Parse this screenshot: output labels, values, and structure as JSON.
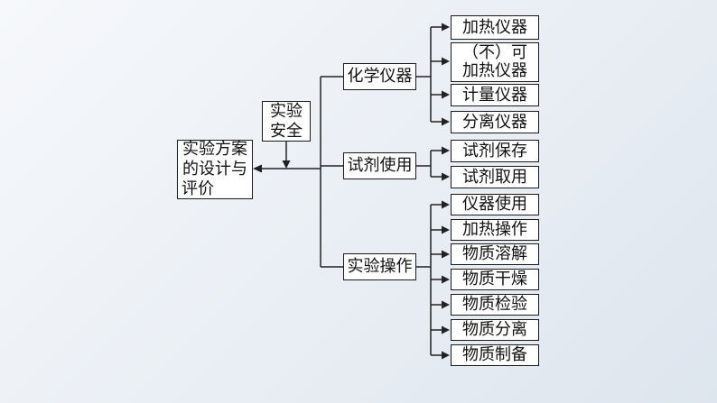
{
  "root": {
    "line1": "实验方案",
    "line2": "的设计与",
    "line3": "评价"
  },
  "safety": {
    "line1": "实验",
    "line2": "安全"
  },
  "branches": {
    "instruments": {
      "label": "化学仪器",
      "items": [
        {
          "text": "加热仪器"
        },
        {
          "line1": "（不）可",
          "line2": "加热仪器"
        },
        {
          "text": "计量仪器"
        },
        {
          "text": "分离仪器"
        }
      ]
    },
    "reagents": {
      "label": "试剂使用",
      "items": [
        {
          "text": "试剂保存"
        },
        {
          "text": "试剂取用"
        }
      ]
    },
    "operations": {
      "label": "实验操作",
      "items": [
        {
          "text": "仪器使用"
        },
        {
          "text": "加热操作"
        },
        {
          "text": "物质溶解"
        },
        {
          "text": "物质干燥"
        },
        {
          "text": "物质检验"
        },
        {
          "text": "物质分离"
        },
        {
          "text": "物质制备"
        }
      ]
    }
  }
}
